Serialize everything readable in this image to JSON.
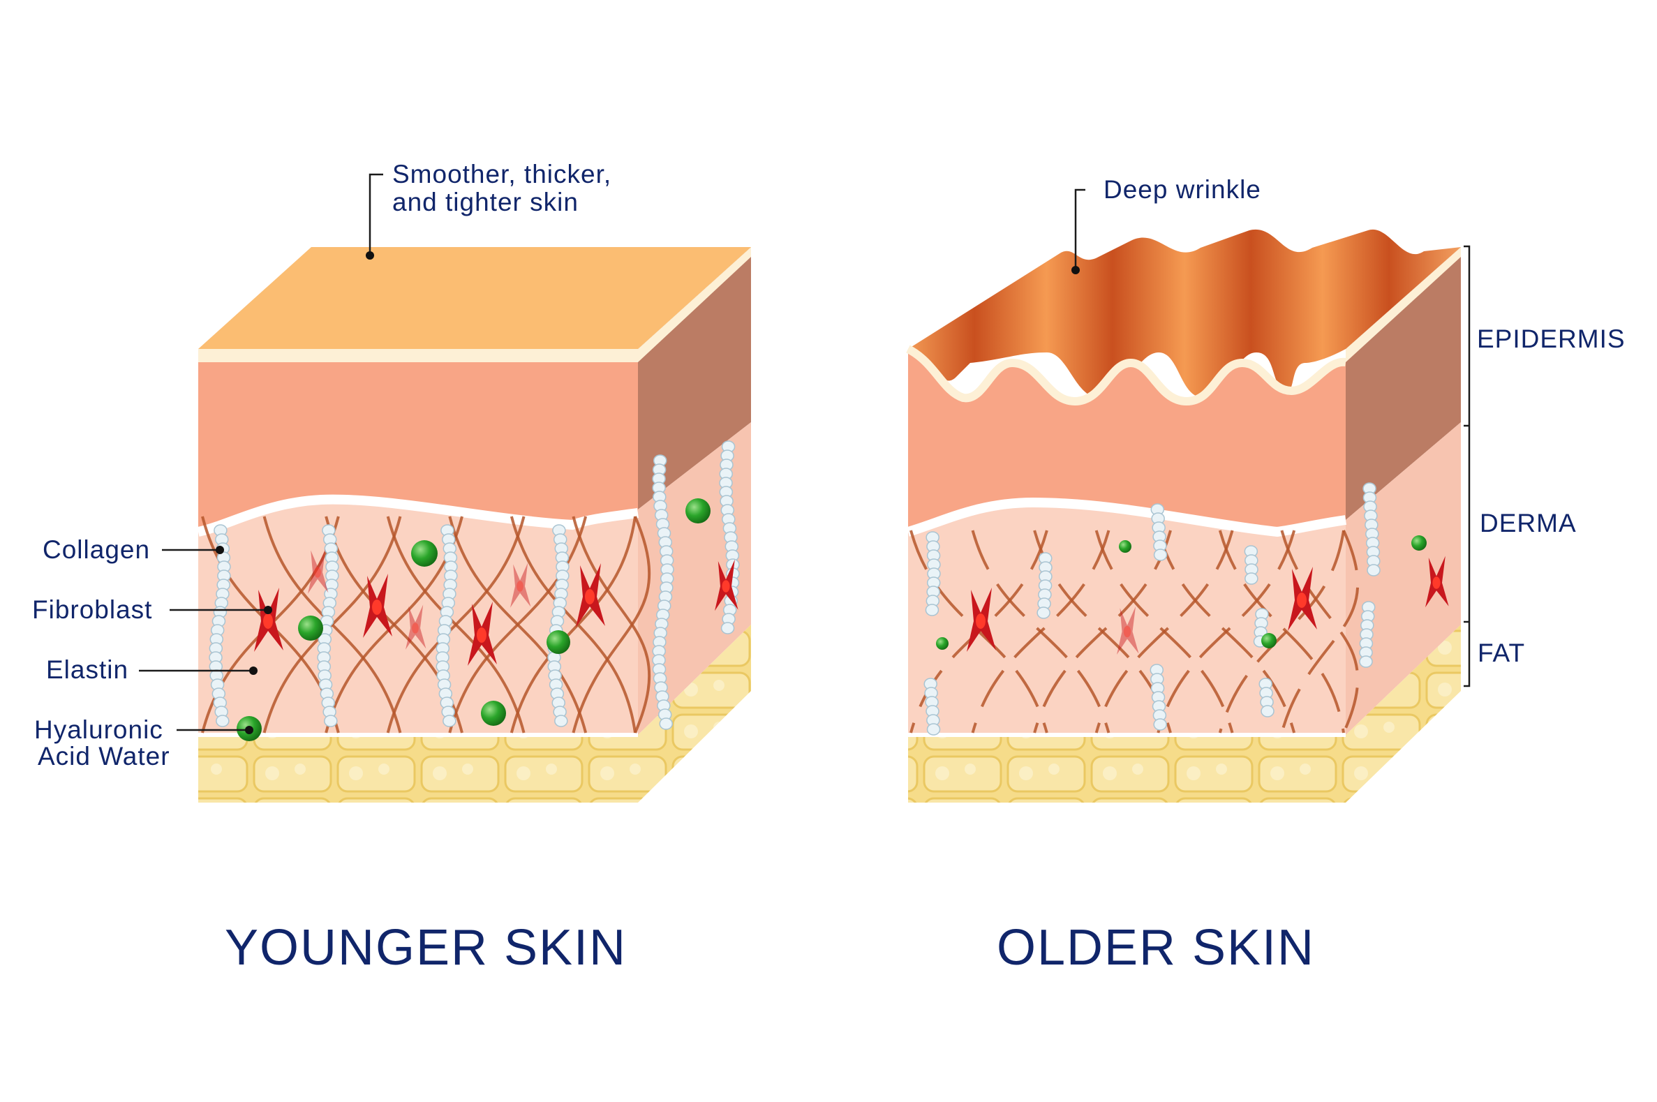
{
  "younger": {
    "title": "YOUNGER SKIN",
    "surface_label_line1": "Smoother, thicker,",
    "surface_label_line2": "and tighter skin",
    "labels": {
      "collagen": "Collagen",
      "fibroblast": "Fibroblast",
      "elastin": "Elastin",
      "hyaluronic_line1": "Hyaluronic",
      "hyaluronic_line2": "Acid Water"
    }
  },
  "older": {
    "title": "OLDER SKIN",
    "wrinkle_label": "Deep wrinkle"
  },
  "layers": {
    "epidermis": "EPIDERMIS",
    "derma": "DERMA",
    "fat": "FAT"
  },
  "colors": {
    "text": "#10256a",
    "epidermis": "#f8a586",
    "epidermis_side": "#bb7c64",
    "surface_young": "#fbbd72",
    "surface_old": "#ee7b3a",
    "derma": "#fbd3c2",
    "fat": "#f6dc8a",
    "fibroblast": "#c8171d",
    "hyaluronic": "#2aa52a"
  }
}
